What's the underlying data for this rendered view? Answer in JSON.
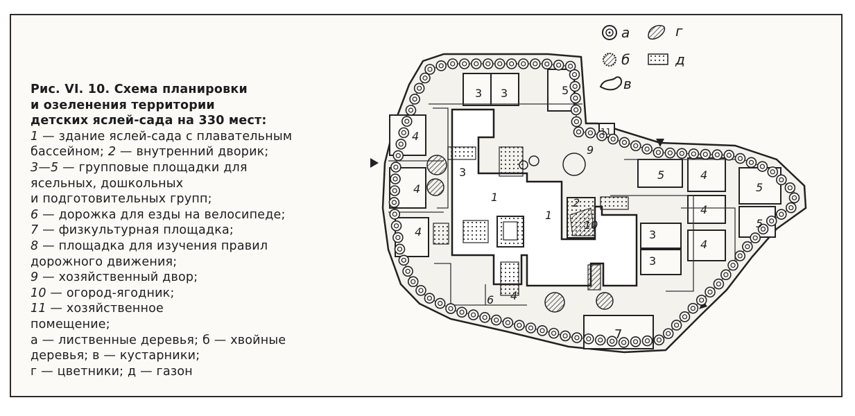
{
  "caption": {
    "title": "Рис. VI. 10. Схема планировки\nи озеленения территории\nдетских яслей-сада на 330 мест:",
    "items": [
      {
        "num": "1",
        "text": " — здание яслей-сада с плавательным\nбассейном; "
      },
      {
        "num": "2",
        "text": " — внутренний дворик;"
      },
      {
        "num": "3—5",
        "text": " — групповые площадки для\nясельных, дошкольных\nи подготовительных групп;"
      },
      {
        "num": "6",
        "text": " — дорожка для езды на велосипеде;"
      },
      {
        "num": "7",
        "text": " — физкультурная площадка;"
      },
      {
        "num": "8",
        "text": " — площадка для изучения правил\nдорожного движения;"
      },
      {
        "num": "9",
        "text": " — хозяйственный двор;"
      },
      {
        "num": "10",
        "text": " — огород-ягодник;"
      },
      {
        "num": "11",
        "text": " — хозяйственное\nпомещение;"
      },
      {
        "num": "",
        "text": "а — лиственные деревья; б — хвойные\nдеревья; в — кустарники;\nг — цветники; д — газон"
      }
    ]
  },
  "legend": {
    "a": "а",
    "b": "б",
    "v": "в",
    "g": "г",
    "d": "д"
  },
  "plan_labels": {
    "l1a": "1",
    "l1b": "1",
    "l2": "2",
    "l3a": "3",
    "l3b": "3",
    "l3c": "3",
    "l3d": "3",
    "l3e": "3",
    "l4a": "4",
    "l4b": "4",
    "l4c": "4",
    "l4d": "4",
    "l4e": "4",
    "l4f": "4",
    "l4g": "4",
    "l5a": "5",
    "l5b": "5",
    "l5c": "5",
    "l5d": "5",
    "l6": "6",
    "l7": "7",
    "l9": "9",
    "l10": "10",
    "l11": "11"
  }
}
